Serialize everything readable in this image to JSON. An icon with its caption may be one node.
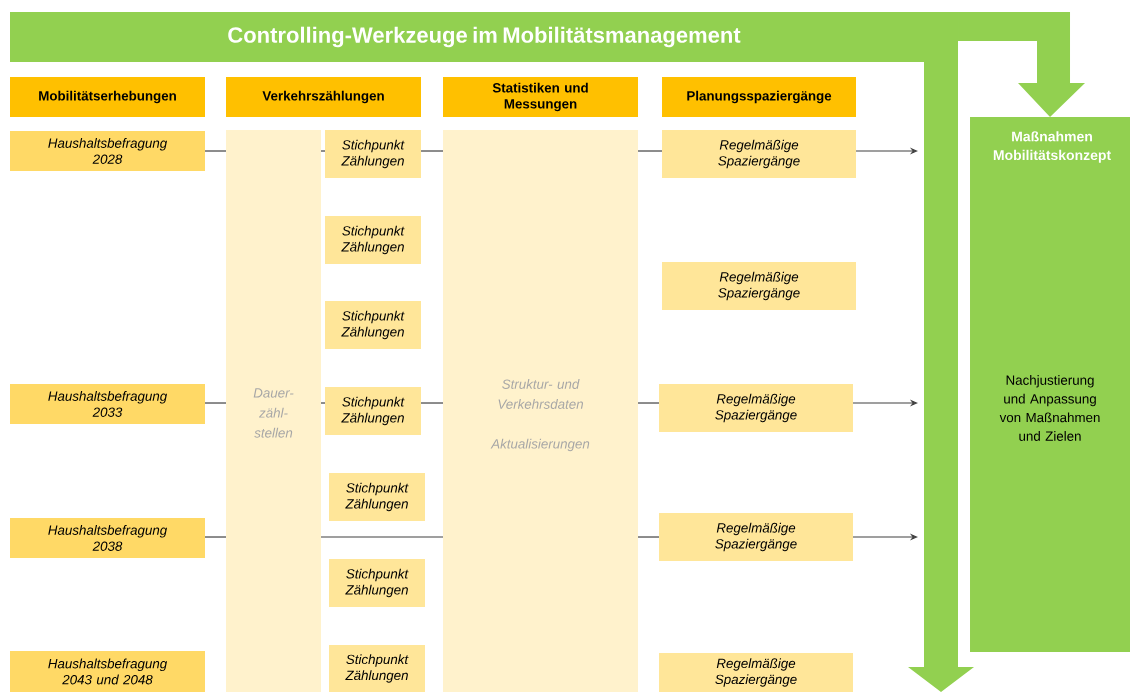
{
  "diagram": {
    "nodes": [
      {
        "text": [
          "Controlling-Werkzeuge im Mobilitätsmanagement"
        ]
      },
      {
        "text": [
          "Maßnahmen Mobilitätskonzept",
          "Nachjustierung und Anpassung von Maßnahmen und Zielen"
        ]
      },
      {
        "text": [
          "Mobilitätserhebungen"
        ]
      },
      {
        "text": [
          "Verkehrszählungen"
        ]
      },
      {
        "text": [
          "Statistiken und Messungen"
        ]
      },
      {
        "text": [
          "Planungsspaziergänge"
        ]
      },
      {
        "text": [
          "Haushaltsbefragung 2028"
        ]
      },
      {
        "text": [
          "Dauer- zähl- stellen"
        ]
      },
      {
        "text": [
          "Stichpunkt Zählungen"
        ]
      },
      {
        "text": [
          "Struktur- und Verkehrsdaten",
          "Aktualisierungen"
        ]
      },
      {
        "text": [
          "Regelmäßige Spaziergänge"
        ]
      },
      {
        "text": [
          "Stichpunkt Zählungen"
        ]
      },
      {
        "text": [
          "Regelmäßige Spaziergänge"
        ]
      },
      {
        "text": [
          "Stichpunkt Zählungen"
        ]
      },
      {
        "text": [
          "Haushaltsbefragung 2033"
        ]
      },
      {
        "text": [
          "Stichpunkt Zählungen"
        ]
      },
      {
        "text": [
          "Regelmäßige Spaziergänge"
        ]
      },
      {
        "text": [
          "Stichpunkt Zählungen"
        ]
      },
      {
        "text": [
          "Haushaltsbefragung 2038"
        ]
      },
      {
        "text": [
          "Regelmäßige Spaziergänge"
        ]
      },
      {
        "text": [
          "Stichpunkt Zählungen"
        ]
      },
      {
        "text": [
          "Haushaltsbefragung 2043 und 2048"
        ]
      },
      {
        "text": [
          "Stichpunkt Zählungen"
        ]
      },
      {
        "text": [
          "Regelmäßige Spaziergänge"
        ]
      }
    ],
    "edges": [
      {
        "from": 6,
        "to": 7,
        "arrow": "none"
      },
      {
        "from": 7,
        "to": 8,
        "arrow": "none"
      },
      {
        "from": 8,
        "to": 9,
        "arrow": "none"
      },
      {
        "from": 9,
        "to": 10,
        "arrow": "none"
      },
      {
        "from": 10,
        "to": null,
        "arrow": "to"
      },
      {
        "from": 14,
        "to": 7,
        "arrow": "none"
      },
      {
        "from": 7,
        "to": 15,
        "arrow": "none"
      },
      {
        "from": 15,
        "to": 9,
        "arrow": "none"
      },
      {
        "from": 9,
        "to": 16,
        "arrow": "none"
      },
      {
        "from": 16,
        "to": null,
        "arrow": "to"
      },
      {
        "from": 18,
        "to": 7,
        "arrow": "none"
      },
      {
        "from": 7,
        "to": 9,
        "arrow": "none"
      },
      {
        "from": 9,
        "to": 19,
        "arrow": "none"
      },
      {
        "from": 19,
        "to": null,
        "arrow": "to"
      },
      {
        "from": 0,
        "to": 1,
        "arrow": "to",
        "style": "thick",
        "color": "#92d050"
      },
      {
        "from": 0,
        "to": null,
        "arrow": "to",
        "style": "thick",
        "color": "#92d050"
      }
    ]
  }
}
